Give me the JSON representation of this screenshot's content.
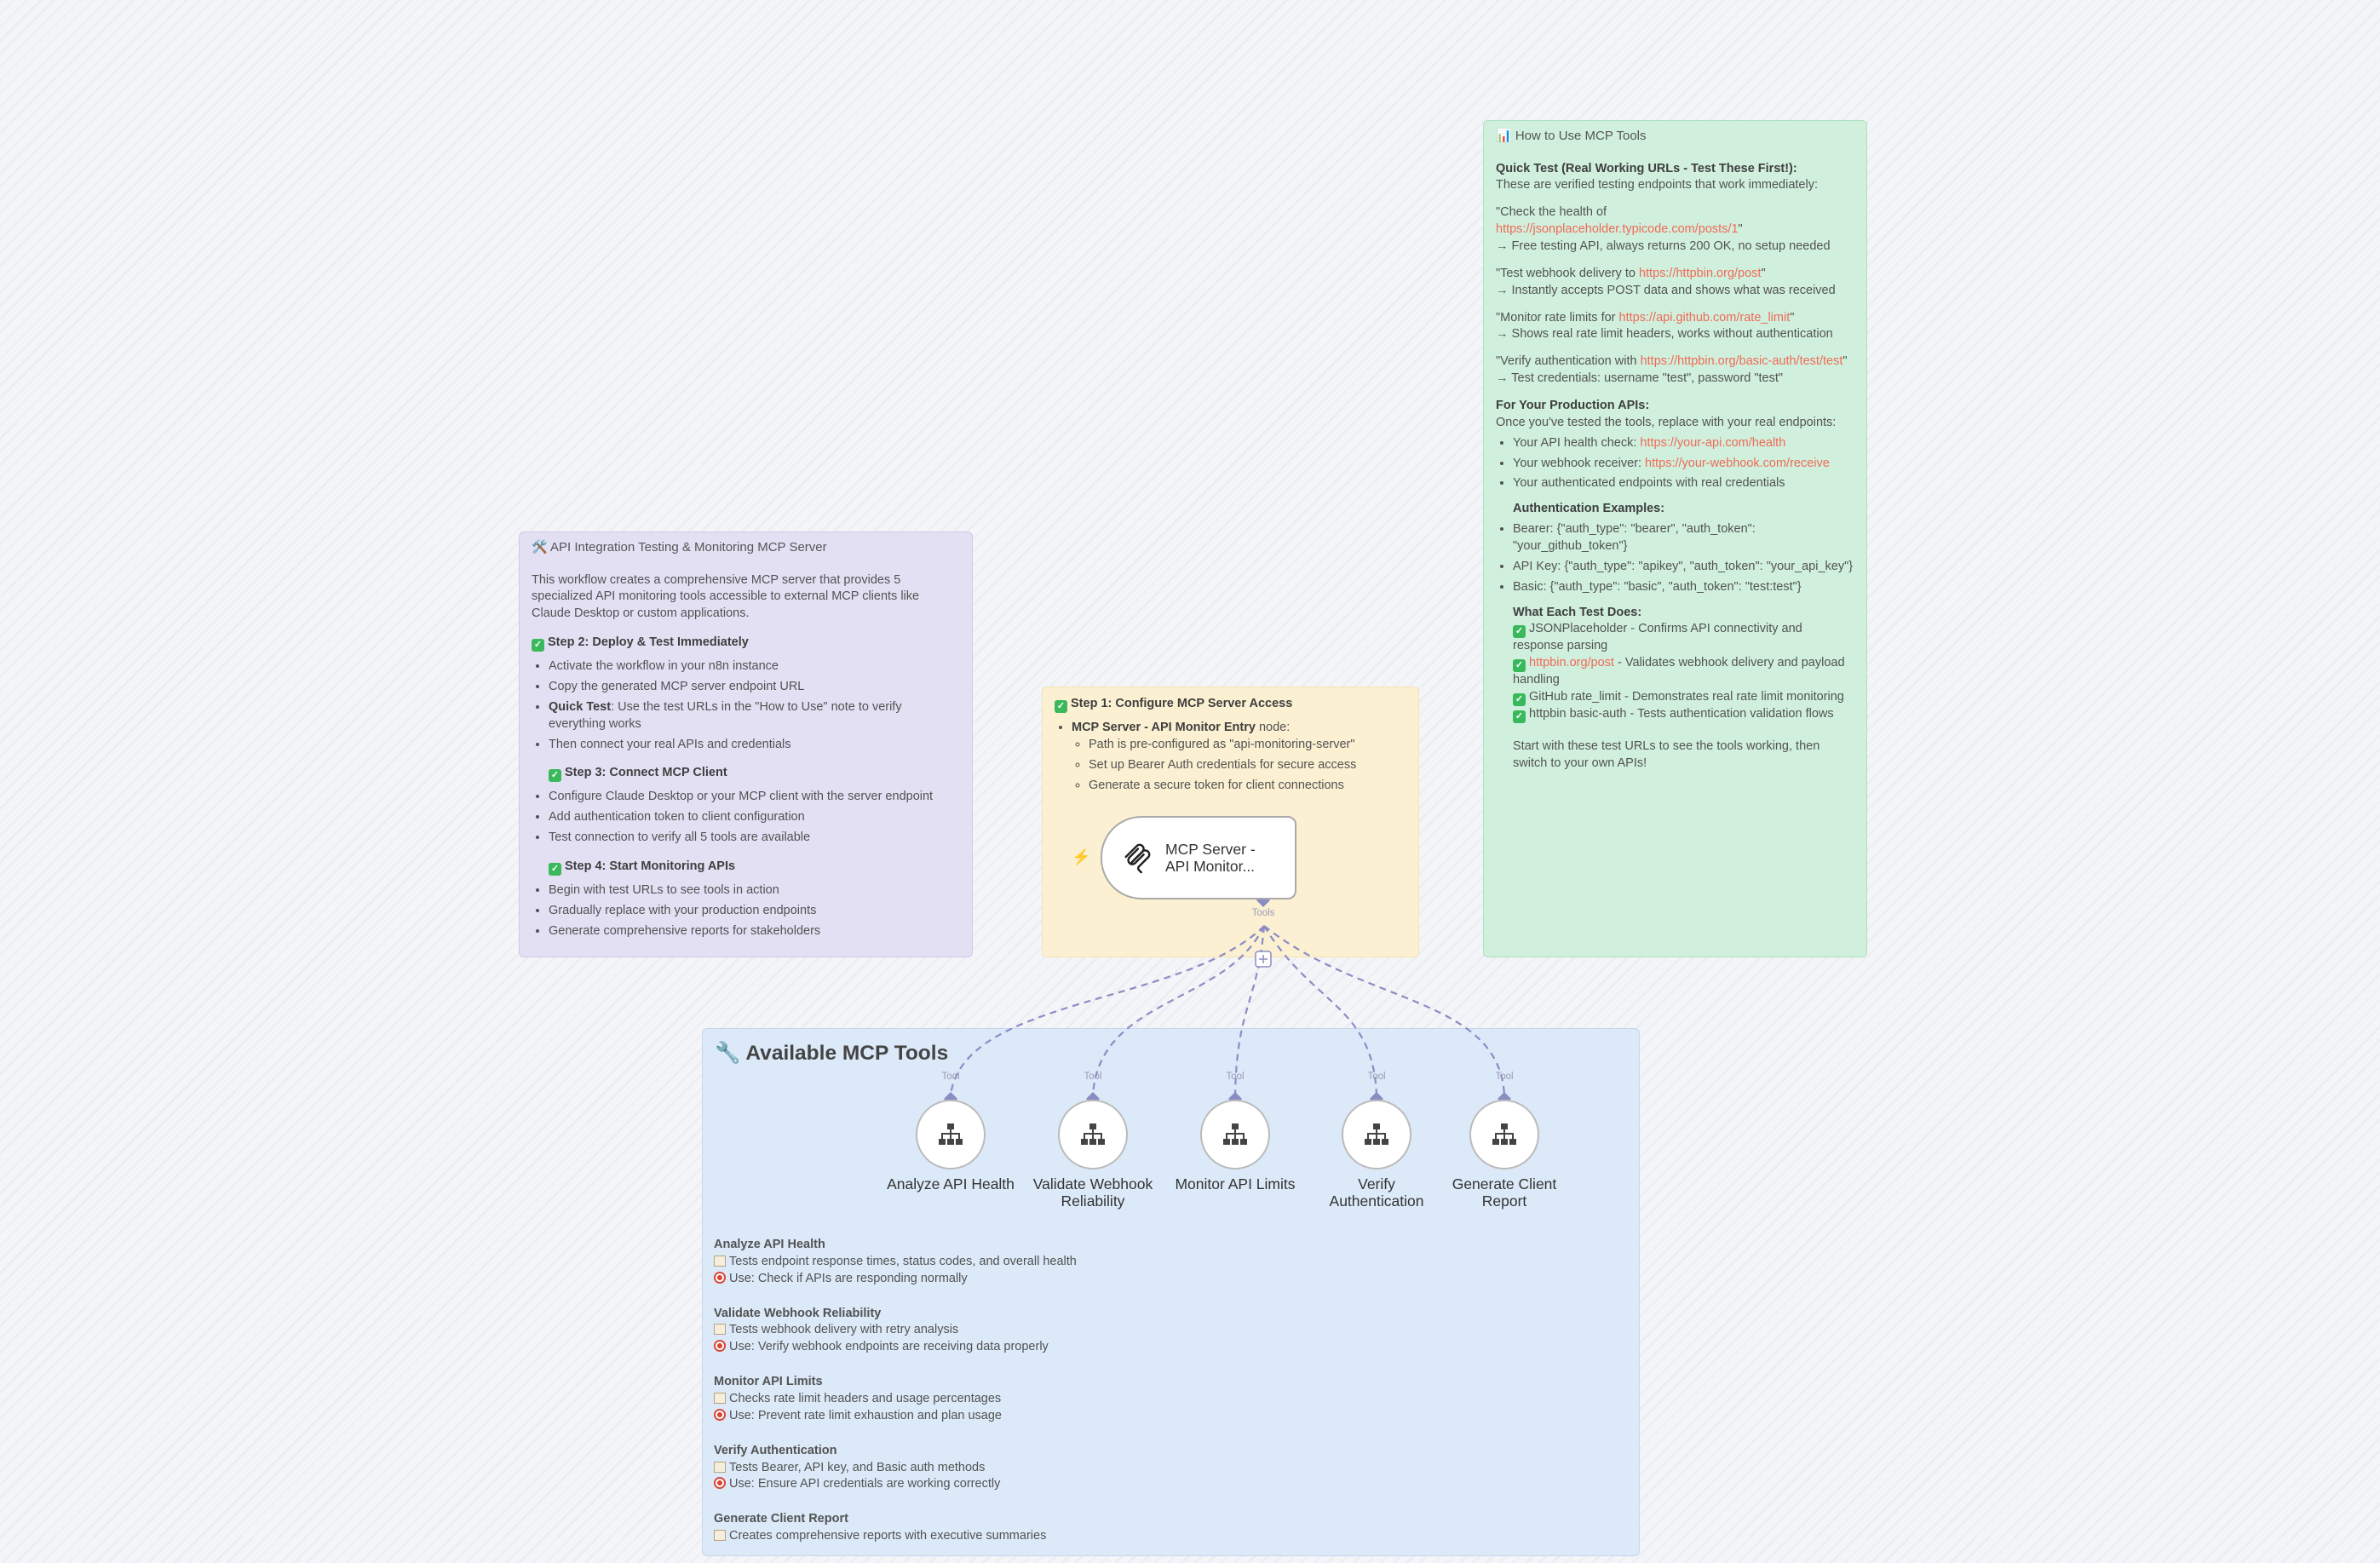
{
  "notes": {
    "overview": {
      "title": "🛠️ API Integration Testing & Monitoring MCP Server",
      "intro": "This workflow creates a comprehensive MCP server that provides 5 specialized API monitoring tools accessible to external MCP clients like Claude Desktop or custom applications.",
      "step2": {
        "title": "Step 2: Deploy & Test Immediately",
        "items": [
          "Activate the workflow in your n8n instance",
          "Copy the generated MCP server endpoint URL"
        ],
        "quick_bold": "Quick Test",
        "quick_rest": ": Use the test URLs in the \"How to Use\" note to verify everything works",
        "last": "Then connect your real APIs and credentials"
      },
      "step3": {
        "title": "Step 3: Connect MCP Client",
        "items": [
          "Configure Claude Desktop or your MCP client with the server endpoint",
          "Add authentication token to client configuration",
          "Test connection to verify all 5 tools are available"
        ]
      },
      "step4": {
        "title": "Step 4: Start Monitoring APIs",
        "items": [
          "Begin with test URLs to see tools in action",
          "Gradually replace with your production endpoints",
          "Generate comprehensive reports for stakeholders"
        ]
      }
    },
    "step1": {
      "title": "Step 1: Configure MCP Server Access",
      "node_bold": "MCP Server - API Monitor Entry",
      "node_rest": " node:",
      "subitems": [
        "Path is pre-configured as \"api-monitoring-server\"",
        "Set up Bearer Auth credentials for secure access",
        "Generate a secure token for client connections"
      ]
    },
    "howto": {
      "title": "📊 How to Use MCP Tools",
      "quick_title": "Quick Test (Real Working URLs - Test These First!):",
      "quick_intro": "These are verified testing endpoints that work immediately:",
      "t1_pre": "\"Check the health of ",
      "t1_link": "https://jsonplaceholder.typicode.com/posts/1",
      "t1_post": "\"",
      "t1_result": "→ Free testing API, always returns 200 OK, no setup needed",
      "t2_pre": "\"Test webhook delivery to ",
      "t2_link": "https://httpbin.org/post",
      "t2_post": "\"",
      "t2_result": "→ Instantly accepts POST data and shows what was received",
      "t3_pre": "\"Monitor rate limits for ",
      "t3_link": "https://api.github.com/rate_limit",
      "t3_post": "\"",
      "t3_result": "→ Shows real rate limit headers, works without authentication",
      "t4_pre": "\"Verify authentication with ",
      "t4_link": "https://httpbin.org/basic-auth/test/test",
      "t4_post": "\"",
      "t4_result": "→ Test credentials: username \"test\", password \"test\"",
      "prod_title": "For Your Production APIs:",
      "prod_intro": "Once you've tested the tools, replace with your real endpoints:",
      "prod_health_pre": "Your API health check: ",
      "prod_health_link": "https://your-api.com/health",
      "prod_webhook_pre": "Your webhook receiver: ",
      "prod_webhook_link": "https://your-webhook.com/receive",
      "prod_auth": "Your authenticated endpoints with real credentials",
      "auth_title": "Authentication Examples:",
      "auth_items": [
        "Bearer: {\"auth_type\": \"bearer\", \"auth_token\": \"your_github_token\"}",
        "API Key: {\"auth_type\": \"apikey\", \"auth_token\": \"your_api_key\"}",
        "Basic: {\"auth_type\": \"basic\", \"auth_token\": \"test:test\"}"
      ],
      "does_title": "What Each Test Does:",
      "does1": "JSONPlaceholder - Confirms API connectivity and response parsing",
      "does2_link": "httpbin.org/post",
      "does2_rest": " - Validates webhook delivery and payload handling",
      "does3": "GitHub rate_limit - Demonstrates real rate limit monitoring",
      "does4": "httpbin basic-auth - Tests authentication validation flows",
      "closing": "Start with these test URLs to see the tools working, then switch to your own APIs!"
    },
    "tools_panel": {
      "title": "🔧 Available MCP Tools",
      "desc": [
        {
          "name": "Analyze API Health",
          "what": "Tests endpoint response times, status codes, and overall health",
          "use": "Use: Check if APIs are responding normally"
        },
        {
          "name": "Validate Webhook Reliability",
          "what": "Tests webhook delivery with retry analysis",
          "use": "Use: Verify webhook endpoints are receiving data properly"
        },
        {
          "name": "Monitor API Limits",
          "what": "Checks rate limit headers and usage percentages",
          "use": "Use: Prevent rate limit exhaustion and plan usage"
        },
        {
          "name": "Verify Authentication",
          "what": "Tests Bearer, API key, and Basic auth methods",
          "use": "Use: Ensure API credentials are working correctly"
        },
        {
          "name": "Generate Client Report",
          "what": "Creates comprehensive reports with executive summaries",
          "use": ""
        }
      ]
    }
  },
  "mcp_node": {
    "label_line1": "MCP Server -",
    "label_line2": "API Monitor...",
    "port_label": "Tools"
  },
  "tool_nodes": [
    {
      "label": "Analyze API Health",
      "tag": "Tool"
    },
    {
      "label": "Validate Webhook Reliability",
      "tag": "Tool"
    },
    {
      "label": "Monitor API Limits",
      "tag": "Tool"
    },
    {
      "label": "Verify Authentication",
      "tag": "Tool"
    },
    {
      "label": "Generate Client Report",
      "tag": "Tool"
    }
  ],
  "icons": {
    "trigger": "bolt-icon",
    "mcp": "mcp-logo-icon",
    "tool": "sitemap-icon",
    "add": "plus-icon"
  },
  "colors": {
    "link": "#ef6a57",
    "connector": "#8c8cc4",
    "check": "#3ab85c"
  }
}
